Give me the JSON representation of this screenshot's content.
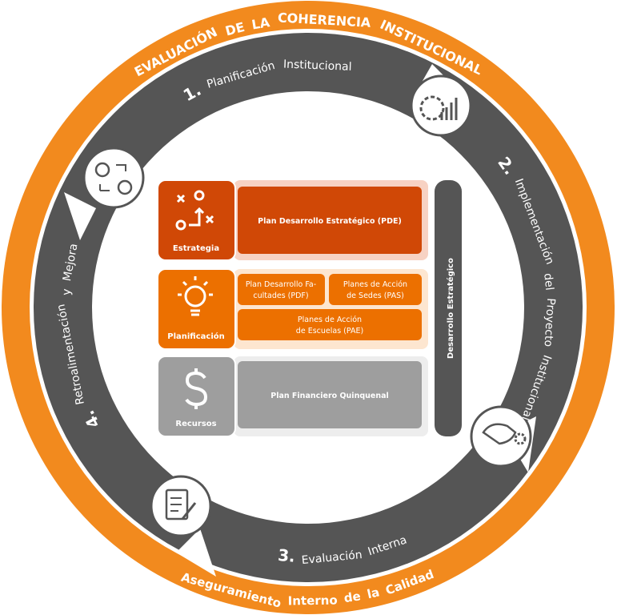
{
  "outer_ring": {
    "top_title": "EVALUACIÓN DE LA COHERENCIA INSTITUCIONAL",
    "bottom_title": "Aseguramiento Interno de la Calidad"
  },
  "steps": [
    {
      "number": "1.",
      "label": "Planificación Institucional",
      "icon": "gear-chart-icon"
    },
    {
      "number": "2.",
      "label": "Implementación del Proyecto Institucional",
      "icon": "hand-gear-icon"
    },
    {
      "number": "3.",
      "label": "Evaluación Interna",
      "icon": "clipboard-checklist-icon"
    },
    {
      "number": "4.",
      "label": "Retroalimentación y Mejora",
      "icon": "user-exchange-icon"
    }
  ],
  "center": {
    "rows": [
      {
        "label": "Estrategia",
        "icon": "strategy-icon",
        "cells": [
          "Plan Desarrollo Estratégico (PDE)"
        ]
      },
      {
        "label": "Planificación",
        "icon": "lightbulb-icon",
        "cells": [
          "Plan Desarrollo Fa-",
          "cultades (PDF)",
          "Planes de Acción",
          "de Sedes (PAS)",
          "Planes de Acción",
          "de Escuelas (PAE)"
        ]
      },
      {
        "label": "Recursos",
        "icon": "dollar-icon",
        "cells": [
          "Plan Financiero Quinquenal"
        ]
      }
    ],
    "side_bar": "Desarrollo Estratégico"
  },
  "colors": {
    "orange": "#F28A1E",
    "dark": "#575757",
    "red_orange": "#D04806",
    "mid_orange": "#EC7000",
    "gray": "#9E9E9E"
  }
}
